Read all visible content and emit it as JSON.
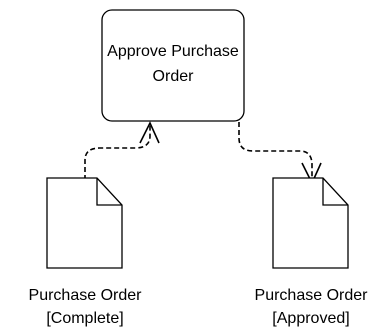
{
  "activity": {
    "line1": "Approve Purchase",
    "line2": "Order"
  },
  "input_object": {
    "line1": "Purchase Order",
    "line2": "[Complete]"
  },
  "output_object": {
    "line1": "Purchase Order",
    "line2": "[Approved]"
  }
}
